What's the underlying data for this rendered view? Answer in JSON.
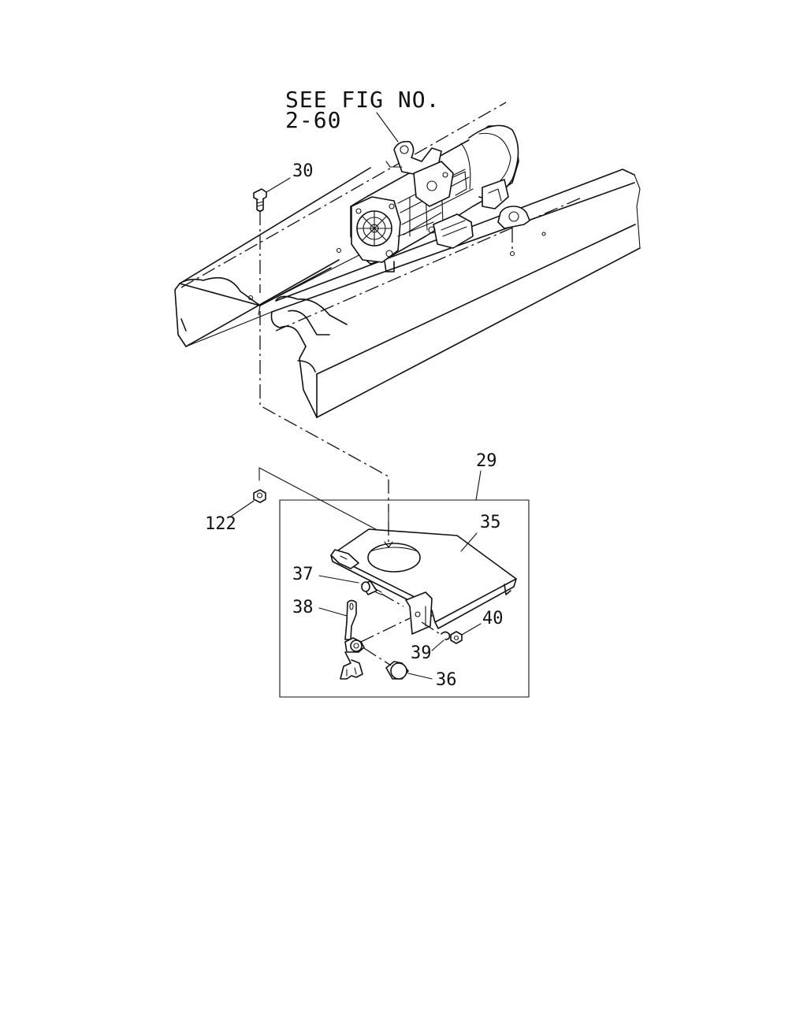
{
  "reference_note": {
    "line1": "SEE FIG NO.",
    "line2": "2-60"
  },
  "callouts": {
    "c29": "29",
    "c30": "30",
    "c35": "35",
    "c36": "36",
    "c37": "37",
    "c38": "38",
    "c39": "39",
    "c40": "40",
    "c122": "122"
  },
  "colors": {
    "line": "#111111",
    "background": "#ffffff"
  }
}
